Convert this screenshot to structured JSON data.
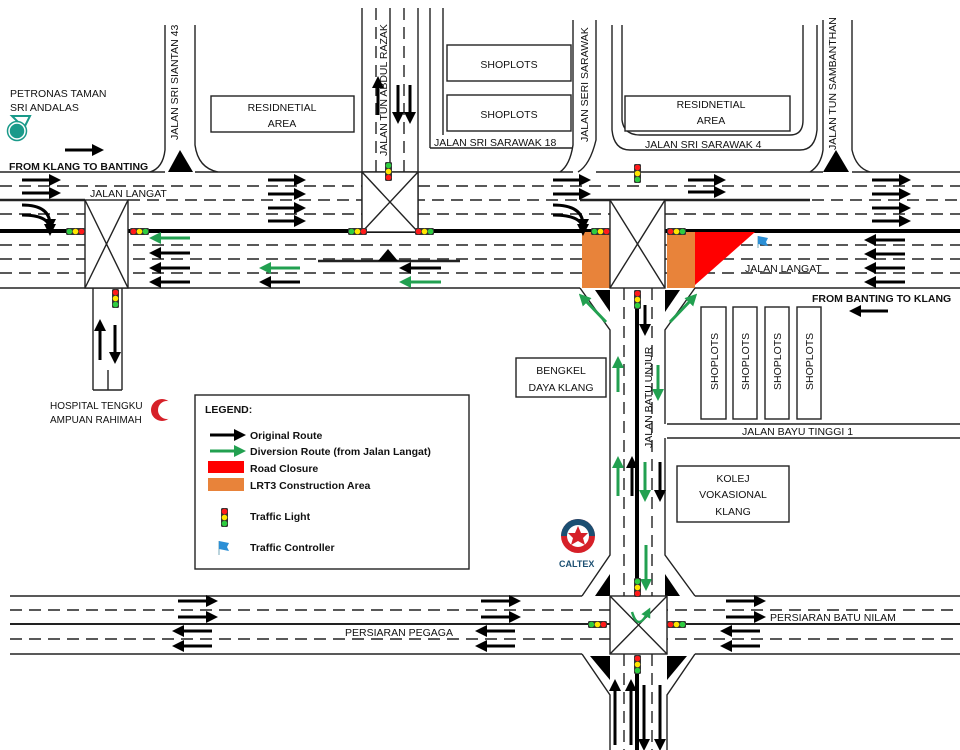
{
  "title_labels": {
    "from_klang": "FROM KLANG TO BANTING",
    "from_banting": "FROM BANTING TO KLANG"
  },
  "roads": {
    "jalan_langat_left": "JALAN LANGAT",
    "jalan_langat_right": "JALAN LANGAT",
    "sri_siantan": "JALAN SRI SIANTAN 43",
    "tun_abdul_razak": "JALAN TUN ABDUL RAZAK",
    "seri_sarawak": "JALAN SERI SARAWAK",
    "sri_sarawak_18": "JALAN SRI SARAWAK 18",
    "sri_sarawak_4": "JALAN SRI SARAWAK 4",
    "tun_sambanthan": "JALAN TUN SAMBANTHAN",
    "batu_unjur": "JALAN BATU UNJUR",
    "bayu_tinggi": "JALAN BAYU TINGGI 1",
    "pegaga": "PERSIARAN PEGAGA",
    "batu_nilam": "PERSIARAN BATU NILAM"
  },
  "places": {
    "petronas": [
      "PETRONAS TAMAN",
      "SRI ANDALAS"
    ],
    "hospital": [
      "HOSPITAL TENGKU",
      "AMPUAN RAHIMAH"
    ],
    "residential_1": [
      "RESIDNETIAL",
      "AREA"
    ],
    "residential_2": [
      "RESIDNETIAL",
      "AREA"
    ],
    "shoplots_top": [
      "SHOPLOTS",
      "SHOPLOTS"
    ],
    "shoplots_row": [
      "SHOPLOTS",
      "SHOPLOTS",
      "SHOPLOTS",
      "SHOPLOTS"
    ],
    "bengkel": [
      "BENGKEL",
      "DAYA KLANG"
    ],
    "kolej": [
      "KOLEJ",
      "VOKASIONAL",
      "KLANG"
    ],
    "caltex": "CALTEX"
  },
  "legend": {
    "title": "LEGEND:",
    "items": [
      {
        "label": "Original Route",
        "icon": "black-arrow",
        "color": "#000000"
      },
      {
        "label": "Diversion Route (from Jalan Langat)",
        "icon": "green-arrow",
        "color": "#22a050"
      },
      {
        "label": "Road Closure",
        "icon": "red-swatch",
        "color": "#ff0000"
      },
      {
        "label": "LRT3 Construction Area",
        "icon": "orange-swatch",
        "color": "#e8833a"
      },
      {
        "label": "Traffic Light",
        "icon": "traffic-light"
      },
      {
        "label": "Traffic Controller",
        "icon": "blue-flag",
        "color": "#2b8fd6"
      }
    ]
  },
  "colors": {
    "closure": "#ff0000",
    "lrt3": "#e8833a",
    "diversion": "#22a050",
    "original": "#000000"
  }
}
